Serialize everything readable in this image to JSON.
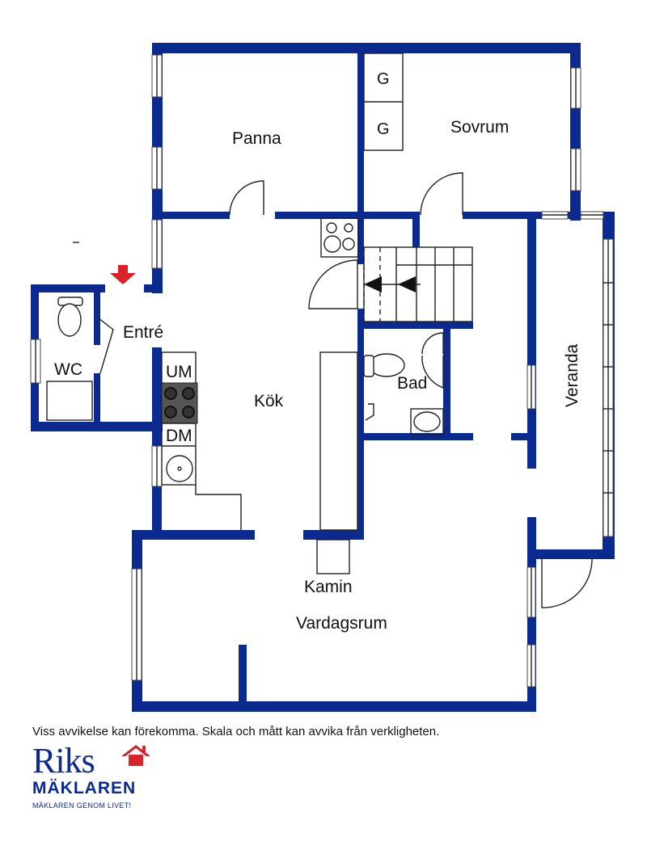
{
  "rooms": {
    "panna": "Panna",
    "sovrum": "Sovrum",
    "g1": "G",
    "g2": "G",
    "entre": "Entré",
    "wc": "WC",
    "um": "UM",
    "dm": "DM",
    "kok": "Kök",
    "bad": "Bad",
    "veranda": "Veranda",
    "kamin": "Kamin",
    "vardagsrum": "Vardagsrum"
  },
  "disclaimer": "Viss avvikelse kan förekomma. Skala och mått kan avvika från verkligheten.",
  "logo": {
    "line1": "Riks",
    "line2": "MÄKLAREN",
    "tagline": "MÄKLAREN GENOM LIVET!"
  },
  "colors": {
    "wall": "#0a2a8f",
    "entrance_arrow": "#d8232a",
    "logo_roof": "#d8232a"
  },
  "icons": {
    "entrance": "entrance-arrow-icon",
    "house": "house-roof-icon"
  }
}
